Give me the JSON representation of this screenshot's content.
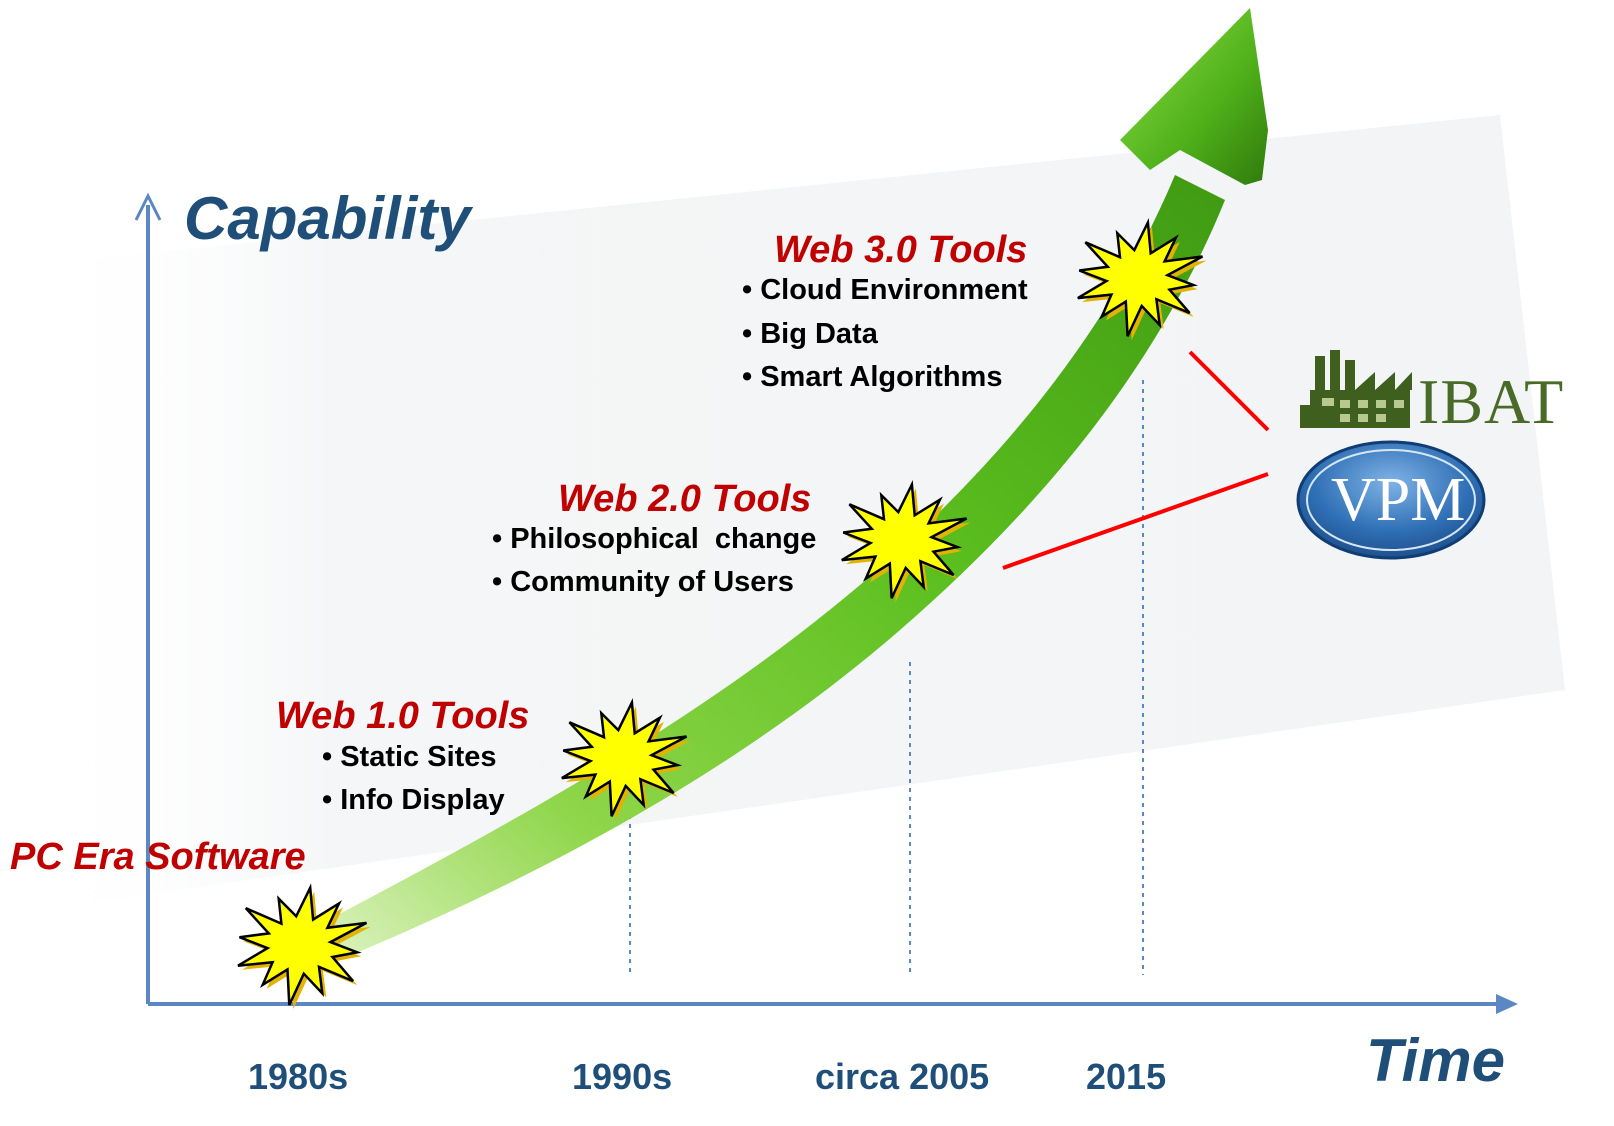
{
  "axes": {
    "y_label": "Capability",
    "x_label": "Time",
    "ticks": [
      "1980s",
      "1990s",
      "circa 2005",
      "2015"
    ]
  },
  "milestones": [
    {
      "title": "PC Era Software",
      "bullets": []
    },
    {
      "title": "Web 1.0 Tools",
      "bullets": [
        "Static Sites",
        "Info Display"
      ]
    },
    {
      "title": "Web 2.0 Tools",
      "bullets": [
        "Philosophical  change",
        "Community of Users"
      ]
    },
    {
      "title": "Web 3.0 Tools",
      "bullets": [
        "Cloud Environment",
        " Big Data",
        " Smart Algorithms"
      ]
    }
  ],
  "logos": {
    "ibat": {
      "text": "IBAT",
      "icon": "factory-icon"
    },
    "vpm": {
      "text": "VPM"
    }
  },
  "colors": {
    "axis": "#5b87c5",
    "axis_label": "#1f4e79",
    "era_title": "#c00000",
    "connector": "#ff0000",
    "arrow_green": "#5cbf1f",
    "burst_fill": "#ffff00"
  }
}
